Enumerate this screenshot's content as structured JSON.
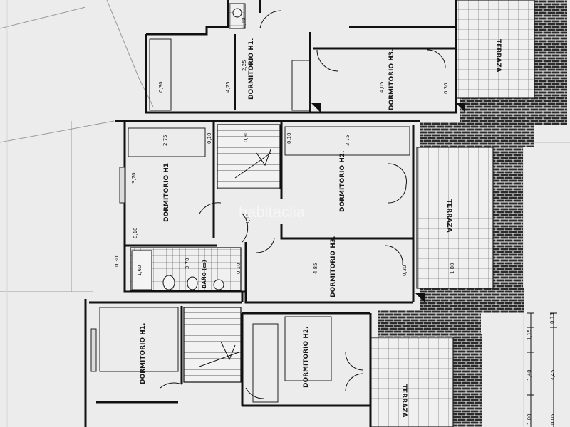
{
  "watermark": "habitaclia",
  "rooms": {
    "dormitorio_h1_top": "DORMITORIO H1.",
    "dormitorio_h3_top": "DORMITORIO H3.",
    "dormitorio_h1_mid": "DORMITORIO H1",
    "dormitorio_h2_mid": "DORMITORIO H2.",
    "dormitorio_h3_mid": "DORMITORIO H3.",
    "bano": "BAÑO (cs)",
    "dormitorio_h1_bot": "DORMITORIO H1.",
    "dormitorio_h2_bot": "DORMITORIO H2.",
    "terraza_top": "TERRAZA",
    "terraza_mid": "TERRAZA",
    "terraza_bot": "TERRAZA"
  },
  "dims": {
    "d_010_top": "0,10",
    "d_225": "2,25",
    "d_475": "4,75",
    "d_030_a": "0,30",
    "d_405": "4,05",
    "d_030_b": "0,30",
    "d_275": "2,75",
    "d_010_b": "0,10",
    "d_090": "0,90",
    "d_010_c": "0,10",
    "d_375": "3,75",
    "d_370": "3,70",
    "d_115": "1,15",
    "d_010_d": "0,10",
    "d_030_c": "0,30",
    "d_160": "1,60",
    "d_370b": "3,70",
    "d_010_e": "0,10",
    "d_485": "4,85",
    "d_030_d": "0,30",
    "d_180": "1,80",
    "d_115b": "1,15",
    "d_015": "0,15",
    "d_140": "1,40",
    "d_345": "3,45",
    "d_100": "1,00",
    "d_005": "0,05"
  }
}
